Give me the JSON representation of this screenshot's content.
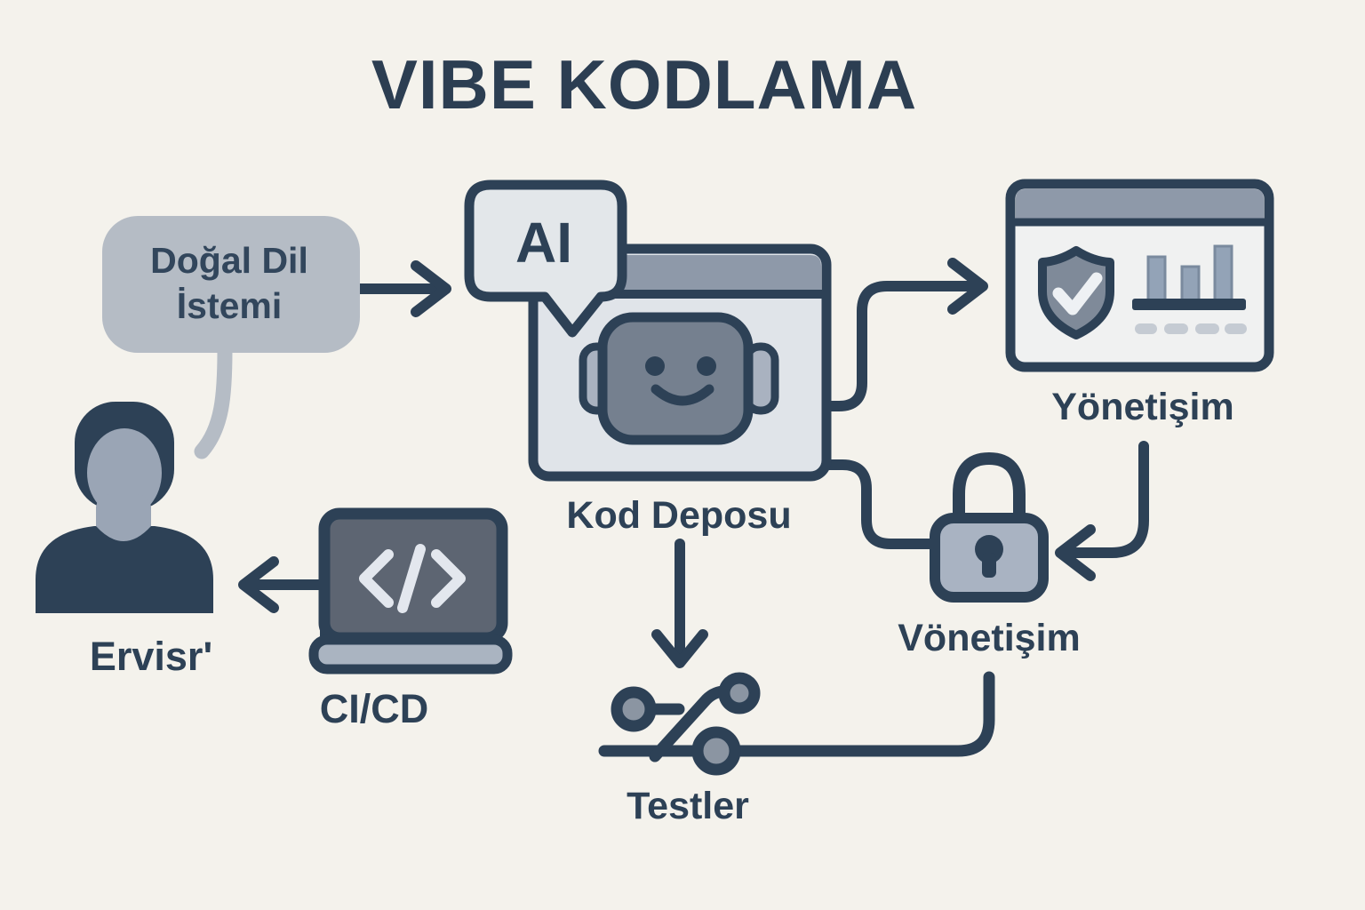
{
  "title": "VIBE KODLAMA",
  "nodes": {
    "prompt": {
      "line1": "Doğal Dil",
      "line2": "İstemi"
    },
    "ai_badge": "AI",
    "code_repo": "Kod Deposu",
    "governance_dashboard": "Yönetişim",
    "governance_lock": "Vönetişim",
    "tests": "Testler",
    "cicd": "CI/CD",
    "developer": "Ervisr'"
  },
  "colors": {
    "background": "#f4f2ec",
    "ink": "#2d4156",
    "bubble_gray": "#b5bcc5",
    "panel_light": "#e2e6ea",
    "titlebar_gray": "#8e99a9",
    "robot_face": "#75808f",
    "lock_body": "#a9b3c2",
    "laptop_screen": "#5d6572",
    "shield_gray": "#7f8a99",
    "chart_bar": "#93a3b7"
  }
}
